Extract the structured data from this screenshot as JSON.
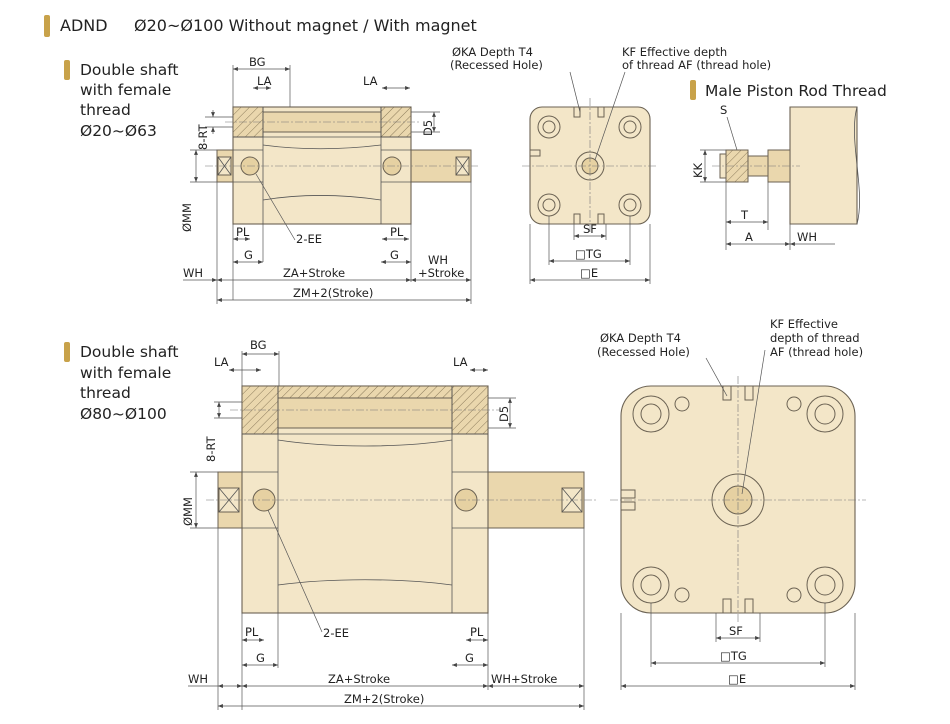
{
  "header": {
    "brand": "ADND",
    "title": "Ø20~Ø100 Without magnet / With magnet"
  },
  "section1": {
    "line1": "Double shaft",
    "line2": "with female",
    "line3": "thread",
    "line4": "Ø20~Ø63"
  },
  "section2": {
    "line1": "Double shaft",
    "line2": "with female",
    "line3": "thread",
    "line4": "Ø80~Ø100"
  },
  "male_thread": {
    "title": "Male Piston Rod Thread"
  },
  "callouts": {
    "ka_line1": "ØKA Depth T4",
    "ka_line2": "(Recessed Hole)",
    "kf_line1": "KF Effective depth",
    "kf_line2": "of thread AF (thread hole)",
    "kf2_line1": "KF Effective",
    "kf2_line2": "depth of thread",
    "kf2_line3": "AF (thread hole)"
  },
  "dims": {
    "bg": "BG",
    "la": "LA",
    "d5": "D5",
    "rt": "8-RT",
    "mm": "ØMM",
    "pl": "PL",
    "ee": "2-EE",
    "g": "G",
    "wh": "WH",
    "za": "ZA+Stroke",
    "wh_stroke": "WH+Stroke",
    "wh_top": "WH",
    "stroke_label": "+Stroke",
    "zm": "ZM+2(Stroke)",
    "sf": "SF",
    "tg": "□TG",
    "e": "□E",
    "s": "S",
    "kk": "KK",
    "t": "T",
    "a": "A"
  }
}
